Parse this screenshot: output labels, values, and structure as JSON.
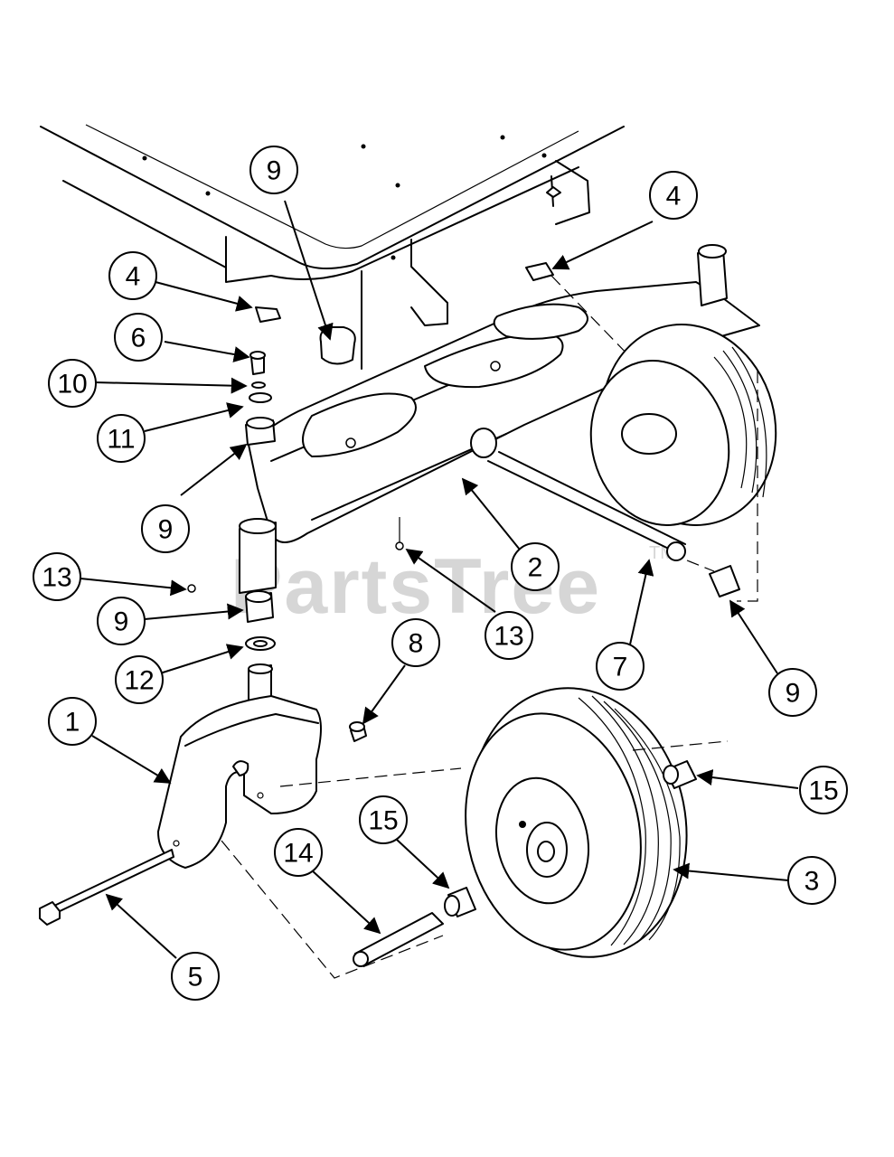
{
  "watermark": {
    "text": "PartsTree",
    "tm": "TM"
  },
  "callouts": [
    {
      "label": "9"
    },
    {
      "label": "4"
    },
    {
      "label": "4"
    },
    {
      "label": "6"
    },
    {
      "label": "10"
    },
    {
      "label": "11"
    },
    {
      "label": "9"
    },
    {
      "label": "2"
    },
    {
      "label": "13"
    },
    {
      "label": "13"
    },
    {
      "label": "9"
    },
    {
      "label": "12"
    },
    {
      "label": "7"
    },
    {
      "label": "9"
    },
    {
      "label": "8"
    },
    {
      "label": "1"
    },
    {
      "label": "15"
    },
    {
      "label": "15"
    },
    {
      "label": "14"
    },
    {
      "label": "3"
    },
    {
      "label": "5"
    }
  ]
}
